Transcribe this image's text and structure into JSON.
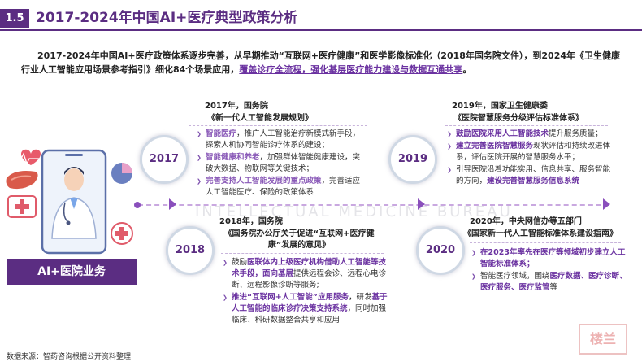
{
  "header": {
    "section_number": "1.5",
    "title": "2017-2024年中国AI+医疗典型政策分析"
  },
  "intro": {
    "text_main": "2017-2024年中国AI+医疗政策体系逐步完善，从早期推动“互联网+医疗健康”和医学影像标准化（2018年国务院文件），到2024年《卫生健康行业人工智能应用场景参考指引》细化84个场景应用，",
    "text_highlight": "覆盖诊疗全流程，强化基层医疗能力建设与数据互通共享",
    "text_end": "。"
  },
  "illustration": {
    "label": "AI+医院业务",
    "icons": [
      "doctor-icon",
      "heart-icon",
      "liver-icon",
      "pie-chart-icon",
      "medical-kit-icon",
      "phone-frame-icon"
    ]
  },
  "timeline": {
    "policies": [
      {
        "year": "2017",
        "title": "2017年，国务院",
        "doc": "《新一代人工智能发展规划》",
        "bullets": [
          [
            {
              "t": "智能医疗",
              "h": "p"
            },
            {
              "t": "，推广人工智能治疗新模式新手段，探索人机协同智能诊疗体系的建设；",
              "h": ""
            }
          ],
          [
            {
              "t": "智能健康和养老",
              "h": "p"
            },
            {
              "t": "，加强群体智能健康建设，突破大数据、物联网等关键技术；",
              "h": ""
            }
          ],
          [
            {
              "t": "完善支持人工智能发展的重点政策",
              "h": "p"
            },
            {
              "t": "，完善适应人工智能医疗、保险的政策体系",
              "h": ""
            }
          ]
        ]
      },
      {
        "year": "2018",
        "title": "2018年，国务院",
        "doc": "《国务院办公厅关于促进“互联网+医疗健康”发展的意见》",
        "bullets": [
          [
            {
              "t": "鼓励",
              "h": ""
            },
            {
              "t": "医联体内上级医疗机构借助人工智能等技术手段，面向基层",
              "h": "d"
            },
            {
              "t": "提供远程会诊、远程心电诊断、远程影像诊断等服务;",
              "h": ""
            }
          ],
          [
            {
              "t": "推进“互联网+人工智能”应用服务",
              "h": "d"
            },
            {
              "t": "，研发",
              "h": ""
            },
            {
              "t": "基于人工智能的临床诊疗决策支持系统",
              "h": "d"
            },
            {
              "t": "，同时加强临床、科研数据整合共享和应用",
              "h": ""
            }
          ]
        ]
      },
      {
        "year": "2019",
        "title": "2019年，国家卫生健康委",
        "doc": "《医院智慧服务分级评估标准体系》",
        "bullets": [
          [
            {
              "t": "鼓励医院采用人工智能技术",
              "h": "d"
            },
            {
              "t": "提升服务质量；",
              "h": ""
            }
          ],
          [
            {
              "t": "建立完善医院智慧服务",
              "h": "d"
            },
            {
              "t": "现状评估和持续改进体系，评估医院开展的智慧服务水平；",
              "h": ""
            }
          ],
          [
            {
              "t": "引导医院沿着功能实用、信息共享、服务智能的方向，",
              "h": ""
            },
            {
              "t": "建设完善智慧服务信息系统",
              "h": "d"
            }
          ]
        ]
      },
      {
        "year": "2020",
        "title": "2020年，中央网信办等五部门",
        "doc": "《国家新一代人工智能标准体系建设指南》",
        "bullets": [
          [
            {
              "t": "在2023年率先在医疗等领域初步建立人工智能标准体系；",
              "h": "d"
            }
          ],
          [
            {
              "t": "智能医疗领域，围绕",
              "h": ""
            },
            {
              "t": "医疗数据、医疗诊断、医疗服务、医疗监管",
              "h": "d"
            },
            {
              "t": "等",
              "h": ""
            }
          ]
        ]
      }
    ]
  },
  "watermark": {
    "text": "INTELLECTUAL MEDICINE BUREAU"
  },
  "stamp": {
    "text": "楼兰"
  },
  "footer": {
    "source": "数据来源：智药咨询根据公开资料整理"
  },
  "colors": {
    "primary": "#5b2d82",
    "highlight_dark": "#6a31a0",
    "highlight_pale": "#8a5ab8",
    "axis": "#c9a8e0"
  }
}
